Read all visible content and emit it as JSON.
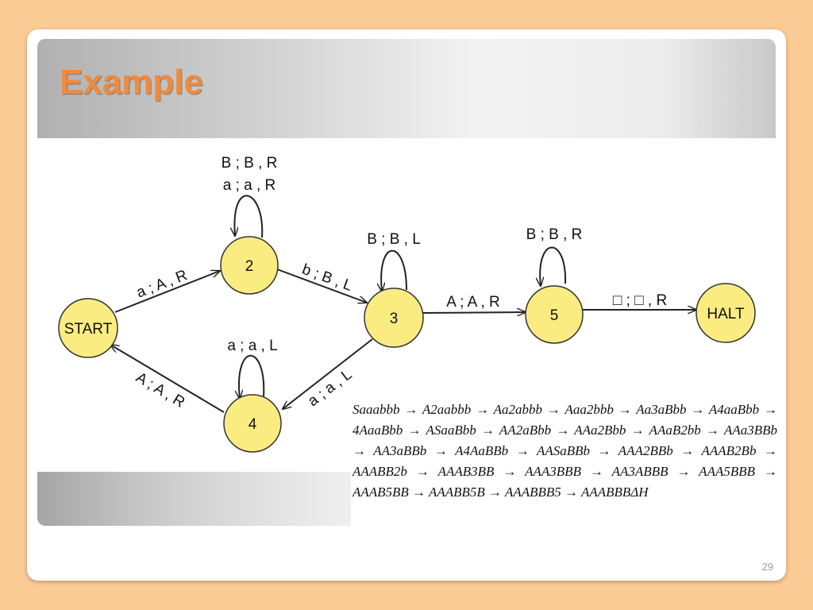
{
  "slide": {
    "title": "Example",
    "page_number": "29"
  },
  "colors": {
    "background": "#fbcb96",
    "title": "#f08a3c",
    "state_fill": "#fbec82",
    "edge": "#222222"
  },
  "states": {
    "start": "START",
    "s2": "2",
    "s3": "3",
    "s4": "4",
    "s5": "5",
    "halt": "HALT"
  },
  "transitions": {
    "start_to_2": "a ; A , R",
    "loop_2_top": "B ; B , R",
    "loop_2_bottom": "a ; a , R",
    "s2_to_3": "b ; B , L",
    "loop_3": "B ; B , L",
    "s3_to_5": "A ; A , R",
    "loop_5": "B ; B , R",
    "s5_to_halt": "□ ; □ , R",
    "s3_to_4": "a ; a , L",
    "loop_4": "a ; a , L",
    "s4_to_start": "A ; A , R"
  },
  "derivation": "Saaabbb → A2aabbb → Aa2abbb → Aaa2bbb → Aa3aBbb → A4aaBbb → 4AaaBbb → ASaaBbb → AA2aBbb → AAa2Bbb → AAaB2bb → AAa3BBb → AA3aBBb → A4AaBBb → AASaBBb → AAA2BBb → AAAB2Bb → AAABB2b → AAAB3BB → AAA3BBB → AA3ABBB → AAA5BBB → AAAB5BB → AAABB5B → AAABBB5 → AAABBBΔH"
}
